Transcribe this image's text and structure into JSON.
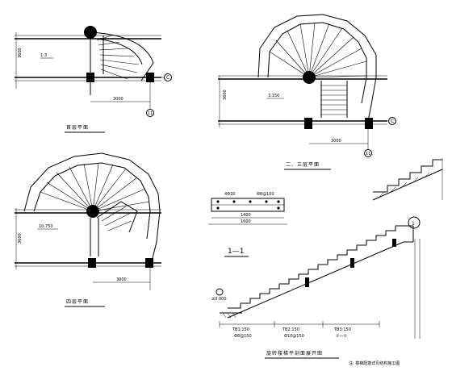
{
  "plan1": {
    "title": "首层平面",
    "dim_vertical": "3600",
    "dim_horizontal": "3000",
    "slab_note": "1:3",
    "axis_right": "C",
    "axis_bottom": "11"
  },
  "plan2": {
    "title": "二、三层平面",
    "dim_vertical": "3600",
    "dim_horizontal": "3000",
    "level": "3.150",
    "axis_right": "C",
    "axis_bottom": "11"
  },
  "plan3": {
    "title": "四层平面",
    "dim_vertical": "3600",
    "dim_horizontal": "3000",
    "level": "10.750"
  },
  "section": {
    "title": "1—1",
    "width": "1400",
    "overall": "1600",
    "reinf_top": "4Φ20",
    "reinf_side": "Φ8@100"
  },
  "stair_detail": {
    "circle_label": "1"
  },
  "elevation": {
    "title": "旋转楼梯平剖面展开图",
    "note": "注: 楼梯配筋详见结构施工图",
    "dims": [
      "TB1:150",
      "TB2:150",
      "TB3:150",
      "Φ8@150",
      "Φ10@150"
    ],
    "level_start": "±0.000",
    "level_note": "①—①"
  }
}
